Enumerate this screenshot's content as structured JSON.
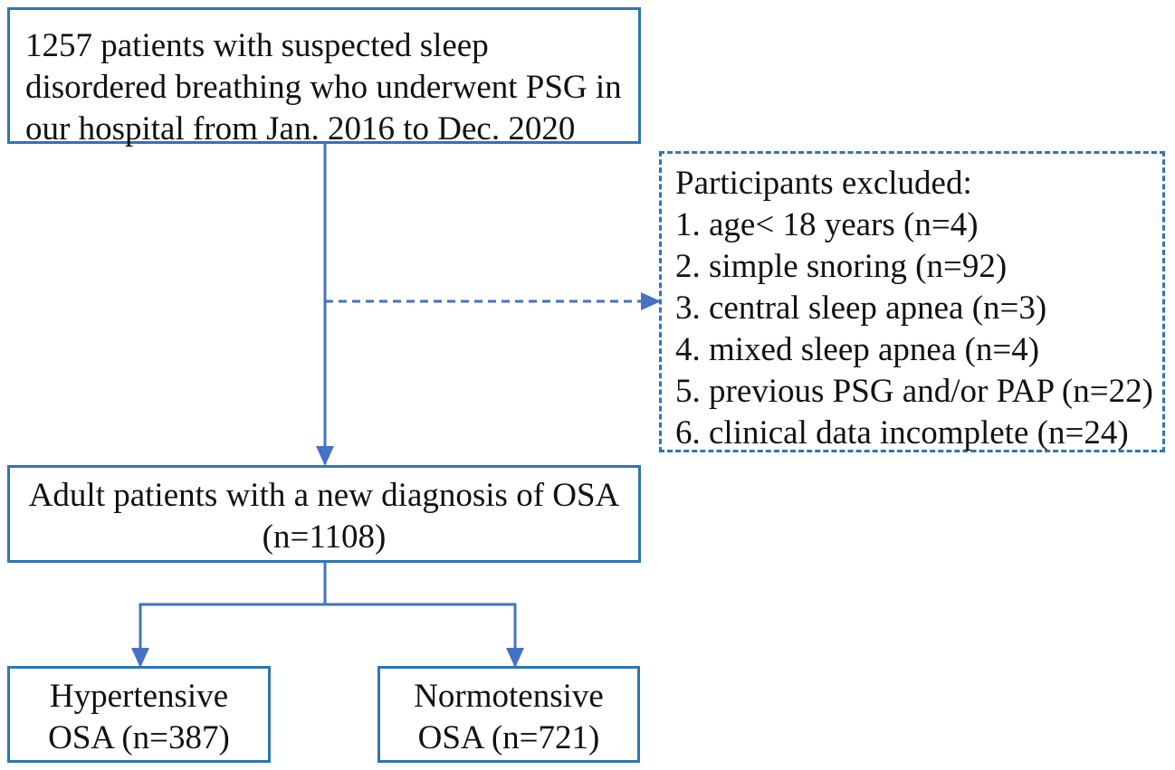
{
  "boxes": {
    "top": {
      "lines": [
        "1257 patients with suspected sleep",
        "disordered breathing who underwent PSG in",
        "our hospital from Jan. 2016 to Dec. 2020"
      ]
    },
    "excluded": {
      "lines": [
        "Participants excluded:",
        "1. age< 18 years (n=4)",
        "2. simple snoring (n=92)",
        "3. central sleep apnea (n=3)",
        "4. mixed sleep apnea (n=4)",
        "5. previous PSG and/or PAP (n=22)",
        "6. clinical data incomplete (n=24)"
      ]
    },
    "adult": {
      "lines": [
        "Adult patients with a new diagnosis of OSA",
        "(n=1108)"
      ]
    },
    "hypertensive": {
      "lines": [
        "Hypertensive",
        "OSA (n=387)"
      ]
    },
    "normotensive": {
      "lines": [
        "Normotensive",
        "OSA (n=721)"
      ]
    }
  },
  "colors": {
    "border": "#2e75b6",
    "arrow": "#4472c4",
    "text": "#111111"
  }
}
